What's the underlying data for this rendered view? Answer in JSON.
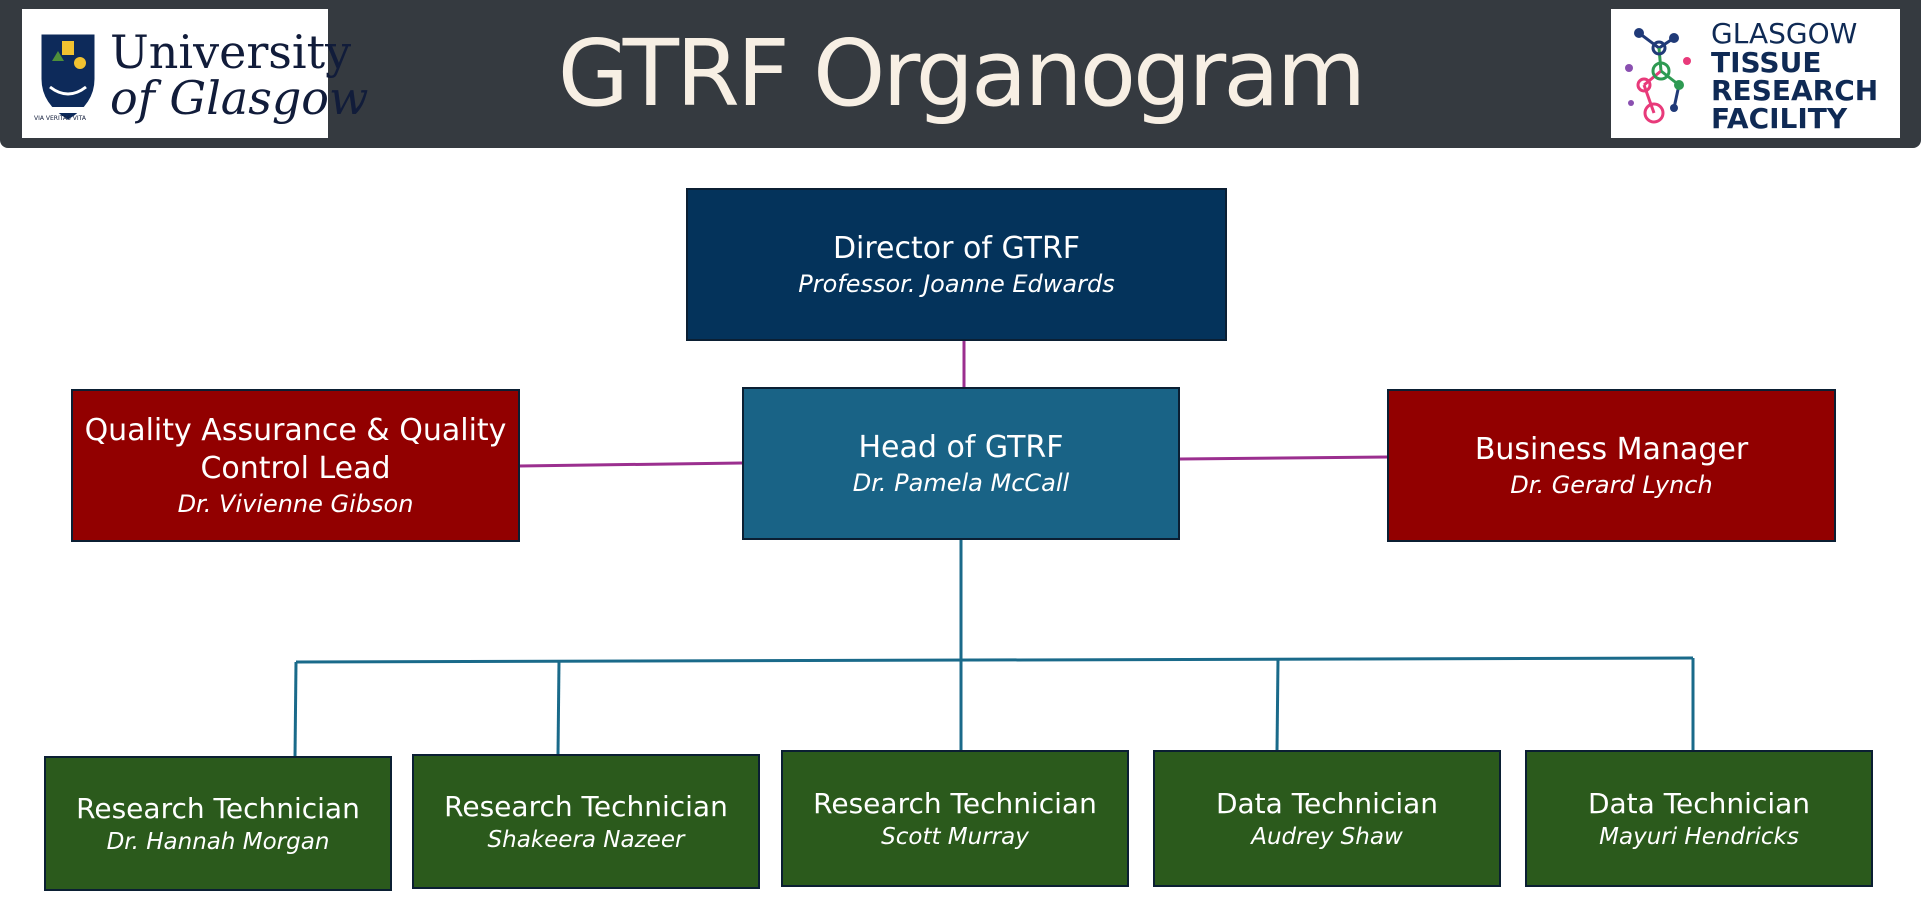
{
  "header": {
    "title": "GTRF Organogram",
    "left_logo": {
      "line1": "University",
      "line2": "of Glasgow",
      "motto": "VIA VERITAS VITA"
    },
    "right_logo": {
      "line1": "GLASGOW",
      "line2": "TISSUE",
      "line3": "RESEARCH",
      "line4": "FACILITY"
    }
  },
  "org": {
    "director": {
      "role": "Director of GTRF",
      "name": "Professor. Joanne Edwards"
    },
    "head": {
      "role": "Head of GTRF",
      "name": "Dr. Pamela McCall"
    },
    "qa": {
      "role_line1": "Quality Assurance & Quality",
      "role_line2": "Control Lead",
      "name": "Dr. Vivienne Gibson"
    },
    "business": {
      "role": "Business Manager",
      "name": "Dr. Gerard Lynch"
    },
    "staff": [
      {
        "role": "Research Technician",
        "name": "Dr. Hannah Morgan"
      },
      {
        "role": "Research Technician",
        "name": "Shakeera Nazeer"
      },
      {
        "role": "Research Technician",
        "name": "Scott Murray"
      },
      {
        "role": "Data Technician",
        "name": "Audrey Shaw"
      },
      {
        "role": "Data Technician",
        "name": "Mayuri Hendricks"
      }
    ]
  },
  "colors": {
    "header_bg": "#353a40",
    "title": "#f7efe4",
    "director": "#04335b",
    "head": "#196386",
    "side_roles": "#920000",
    "staff": "#2b5a1c",
    "connector_purple": "#9b2f8f",
    "connector_teal": "#1a6a8a"
  }
}
